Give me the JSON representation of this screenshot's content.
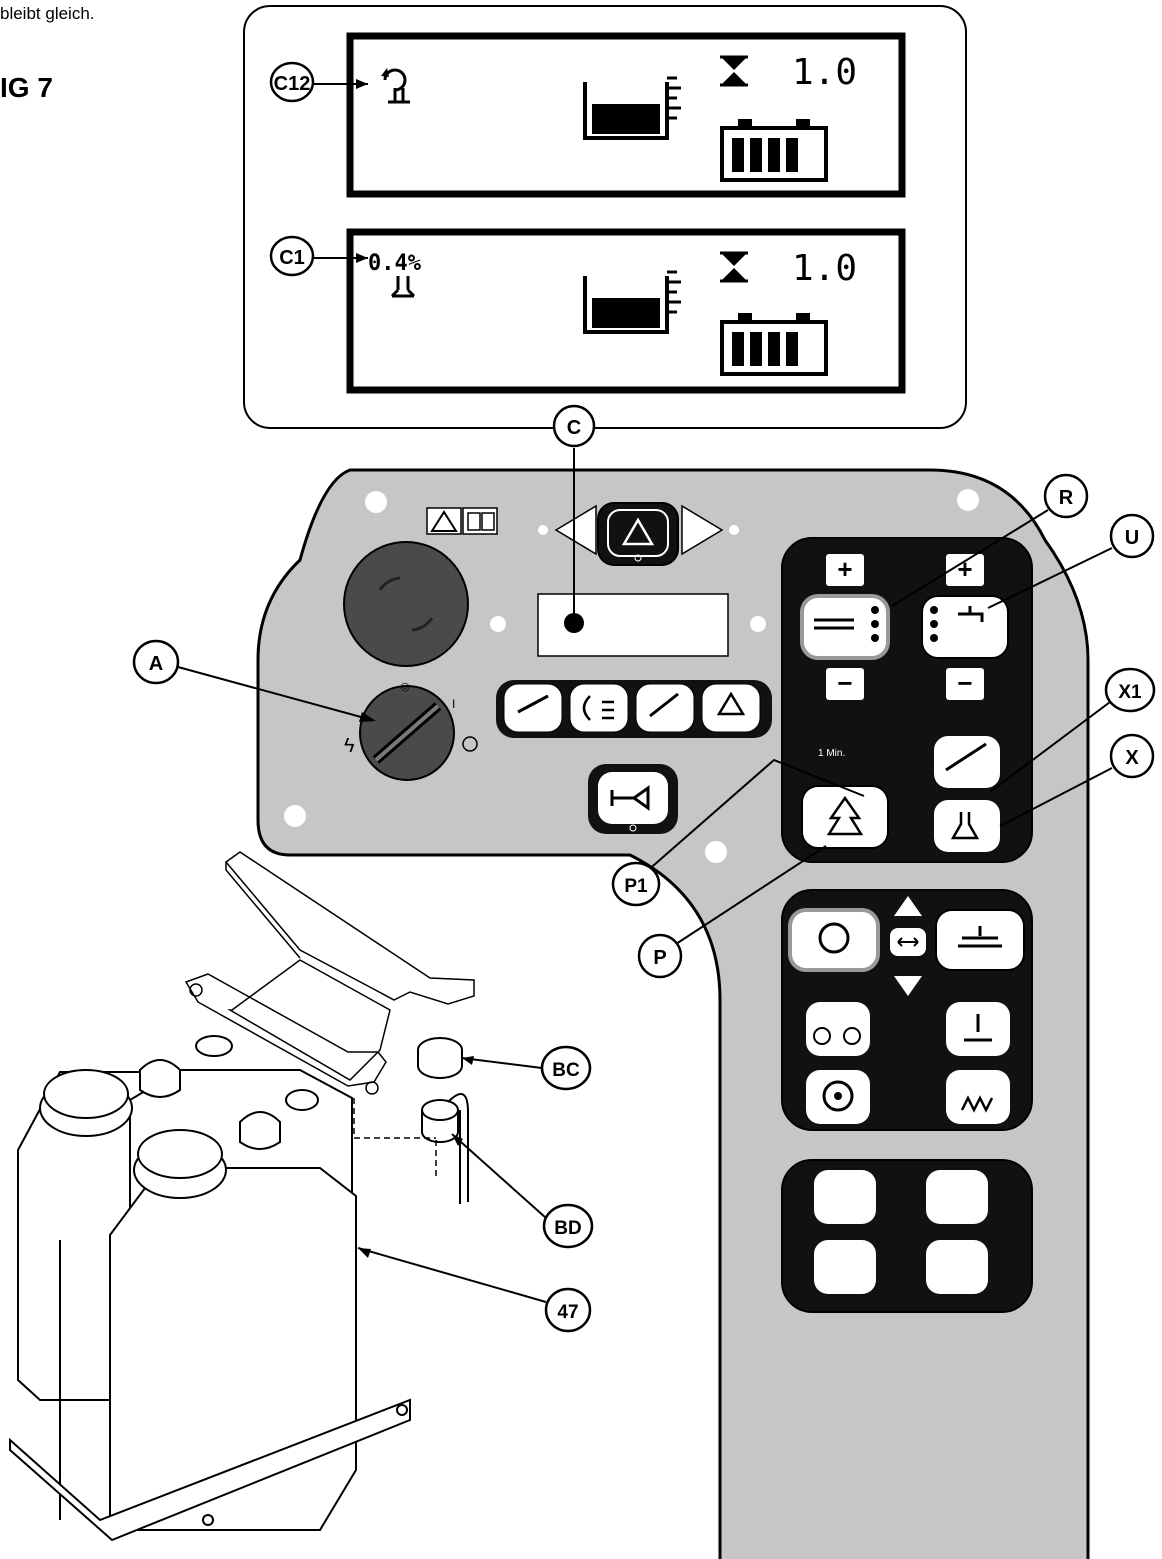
{
  "top_note": "bleibt gleich.",
  "figure_label": "IG 7",
  "displays": [
    {
      "callout": "C12",
      "value": "1.0"
    },
    {
      "callout": "C1",
      "percent": "0.4%",
      "value": "1.0"
    }
  ],
  "callouts": {
    "c": "C",
    "a": "A",
    "r": "R",
    "u": "U",
    "x1": "X1",
    "x": "X",
    "p1": "P1",
    "p": "P",
    "bc": "BC",
    "bd": "BD",
    "n47": "47"
  },
  "buttons": {
    "plus": "+",
    "minus": "−",
    "timer_label": "1 Min."
  },
  "colors": {
    "panel": "#c6c6c6",
    "keypad": "#111111",
    "knob": "#4a4a4a"
  }
}
